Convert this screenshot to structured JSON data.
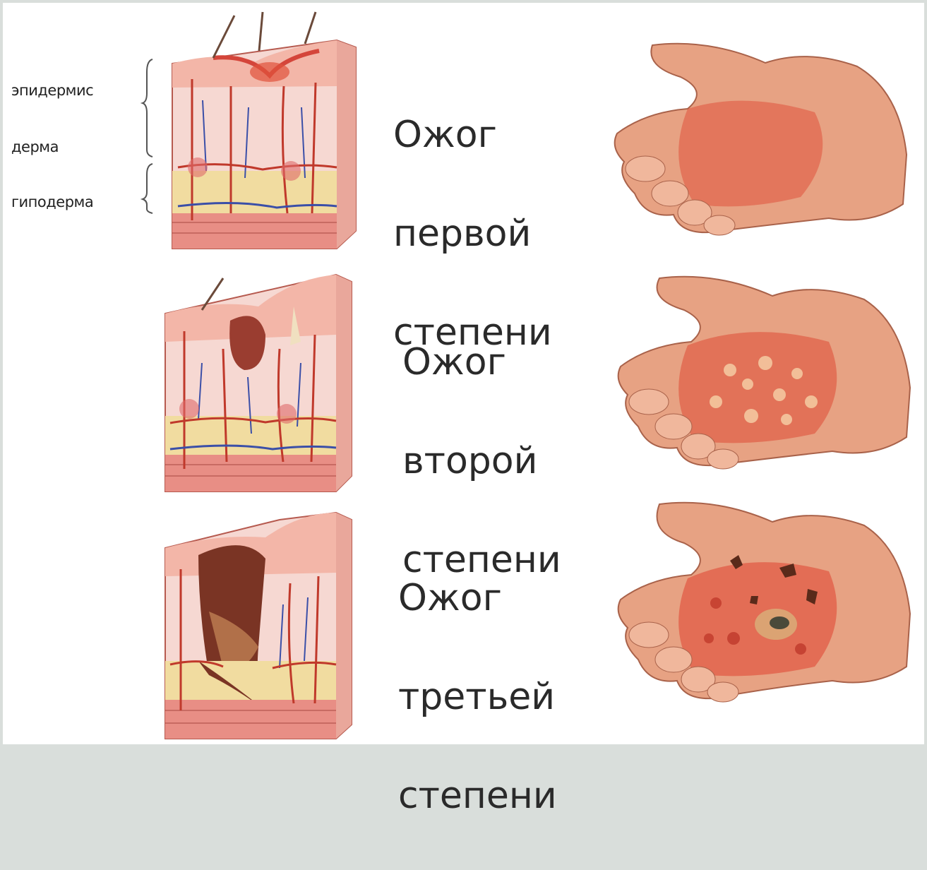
{
  "layers": [
    "эпидермис",
    "дерма",
    "гиподерма"
  ],
  "burns": [
    {
      "line1": "Ожог",
      "line2": "первой",
      "line3": "степени"
    },
    {
      "line1": "Ожог",
      "line2": "второй",
      "line3": "степени"
    },
    {
      "line1": "Ожог",
      "line2": "третьей",
      "line3": "степени"
    }
  ],
  "colors": {
    "skin_top": "#f3b6a8",
    "skin_dermis": "#f6d8d2",
    "fat": "#f1dca0",
    "muscle": "#e88e85",
    "vessel_red": "#c0392b",
    "vessel_blue": "#3b4fa8",
    "hand": "#e7a283",
    "burn_red": "#e0523c",
    "char": "#5a2a1a"
  }
}
